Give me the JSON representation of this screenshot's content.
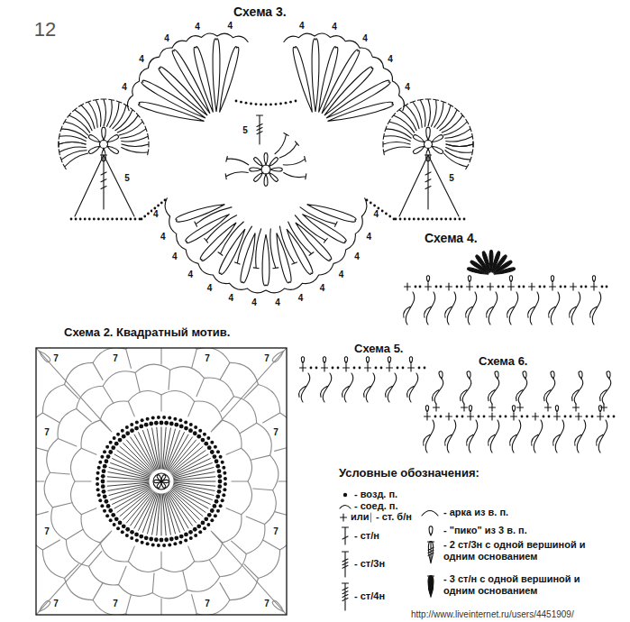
{
  "diagram": {
    "labels": [
      "12",
      "Схема 3.",
      "4",
      "4",
      "4",
      "4",
      "4",
      "4",
      "4",
      "4",
      "4",
      "4",
      "4",
      "4",
      "4",
      "4",
      "4",
      "4",
      "4",
      "4",
      "4",
      "4",
      "4",
      "4",
      "4",
      "4",
      "5",
      "5",
      "5",
      "Схема 4.",
      "Схема 2. Квадратный мотив.",
      "7",
      "7",
      "7",
      "7",
      "7",
      "7",
      "7",
      "7",
      "7",
      "7",
      "7",
      "7",
      "Схема 5.",
      "Схема 6.",
      "Условные обозначения:",
      "или",
      "http://www.liveinternet.ru/users/4451909/"
    ],
    "legend": [
      {
        "text": "- возд. п."
      },
      {
        "text": "- соед. п."
      },
      {
        "text": "- ст. б/н"
      },
      {
        "text": "- ст/н"
      },
      {
        "text": "- ст/3н"
      },
      {
        "text": "- ст/4н"
      },
      {
        "text": "- арка из в. п."
      },
      {
        "text": "- \"пико\" из 3 в. п."
      },
      {
        "text": "- 2 ст/3н с одной вершиной и одним основанием"
      },
      {
        "text": "- 3 ст/н с одной вершиной и одним основанием"
      }
    ]
  }
}
